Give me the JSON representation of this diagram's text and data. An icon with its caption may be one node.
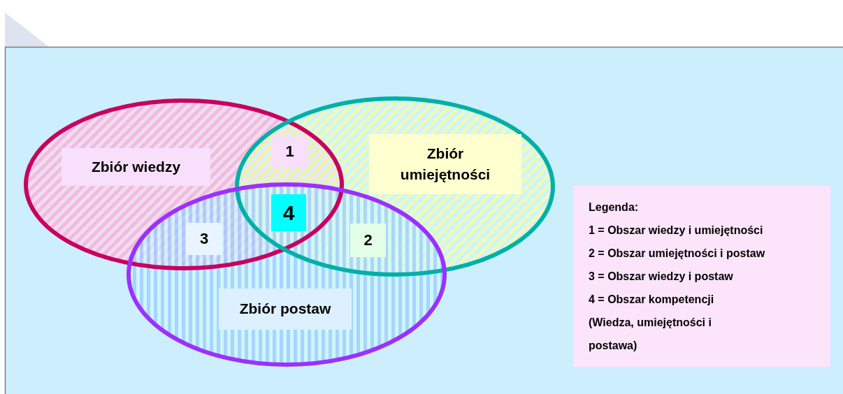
{
  "diagram": {
    "nodes": [
      {
        "text": [
          "Zbiór wiedzy"
        ]
      },
      {
        "text": [
          "Zbiór umiejętności"
        ]
      },
      {
        "text": [
          "Zbiór postaw"
        ]
      },
      {
        "text": [
          "1"
        ]
      },
      {
        "text": [
          "4"
        ]
      },
      {
        "text": [
          "3"
        ]
      },
      {
        "text": [
          "2"
        ]
      },
      {
        "text": [
          "Legenda:",
          "1 = Obszar wiedzy i umiejętności",
          "2 = Obszar umiejętności i postaw",
          "3 = Obszar wiedzy i postaw",
          "4 = Obszar kompetencji (Wiedza, umiejętności i postawa)"
        ]
      }
    ]
  }
}
